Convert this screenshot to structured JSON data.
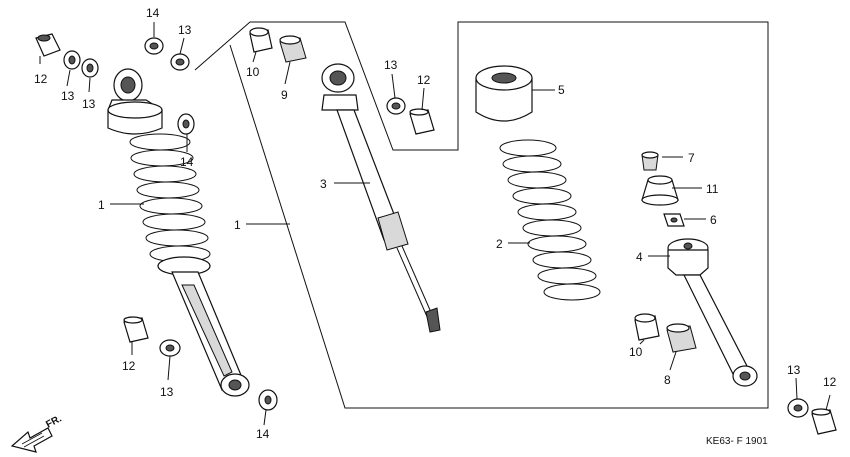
{
  "callouts": [
    {
      "id": "c-12-a",
      "text": "12"
    },
    {
      "id": "c-13-a",
      "text": "13"
    },
    {
      "id": "c-13-b",
      "text": "13"
    },
    {
      "id": "c-14-a",
      "text": "14"
    },
    {
      "id": "c-13-c",
      "text": "13"
    },
    {
      "id": "c-10-a",
      "text": "10"
    },
    {
      "id": "c-9",
      "text": "9"
    },
    {
      "id": "c-13-d",
      "text": "13"
    },
    {
      "id": "c-12-b",
      "text": "12"
    },
    {
      "id": "c-5",
      "text": "5"
    },
    {
      "id": "c-14-b",
      "text": "14"
    },
    {
      "id": "c-3",
      "text": "3"
    },
    {
      "id": "c-1-a",
      "text": "1"
    },
    {
      "id": "c-1-b",
      "text": "1"
    },
    {
      "id": "c-7",
      "text": "7"
    },
    {
      "id": "c-11",
      "text": "11"
    },
    {
      "id": "c-6",
      "text": "6"
    },
    {
      "id": "c-2",
      "text": "2"
    },
    {
      "id": "c-4",
      "text": "4"
    },
    {
      "id": "c-12-c",
      "text": "12"
    },
    {
      "id": "c-13-e",
      "text": "13"
    },
    {
      "id": "c-10-b",
      "text": "10"
    },
    {
      "id": "c-8",
      "text": "8"
    },
    {
      "id": "c-14-c",
      "text": "14"
    },
    {
      "id": "c-13-f",
      "text": "13"
    },
    {
      "id": "c-12-d",
      "text": "12"
    }
  ],
  "direction_label": "FR.",
  "diagram_code": "KE63- F 1901"
}
